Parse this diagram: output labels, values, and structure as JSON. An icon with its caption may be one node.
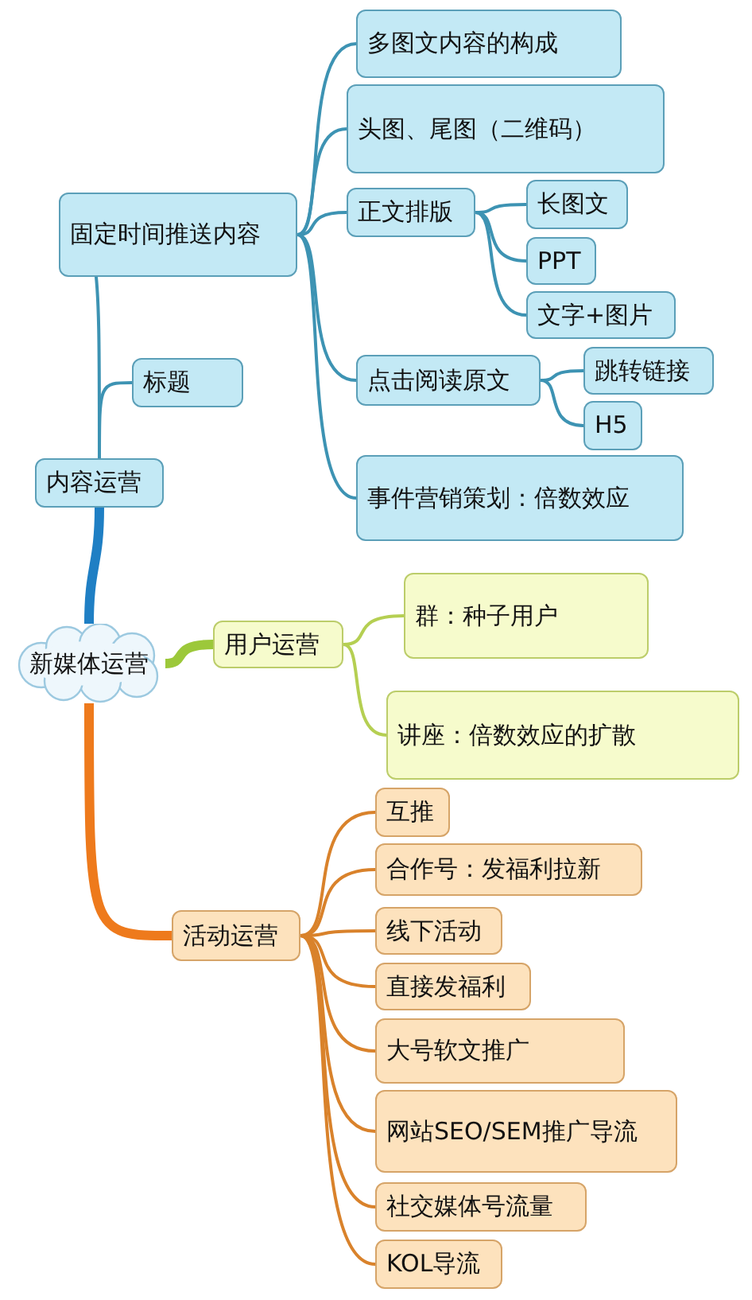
{
  "diagram": {
    "nodes": [
      {
        "text": [
          "新媒体运营"
        ]
      },
      {
        "text": [
          "内容运营"
        ]
      },
      {
        "text": [
          "固定时间推送内容"
        ]
      },
      {
        "text": [
          "多图文内容的构成"
        ]
      },
      {
        "text": [
          "头图、尾图（二维码）"
        ]
      },
      {
        "text": [
          "正文排版"
        ]
      },
      {
        "text": [
          "长图文"
        ]
      },
      {
        "text": [
          "PPT"
        ]
      },
      {
        "text": [
          "文字+图片"
        ]
      },
      {
        "text": [
          "点击阅读原文"
        ]
      },
      {
        "text": [
          "跳转链接"
        ]
      },
      {
        "text": [
          "H5"
        ]
      },
      {
        "text": [
          "事件营销策划：倍数效应"
        ]
      },
      {
        "text": [
          "标题"
        ]
      },
      {
        "text": [
          "用户运营"
        ]
      },
      {
        "text": [
          "群：种子用户"
        ]
      },
      {
        "text": [
          "讲座：倍数效应的扩散"
        ]
      },
      {
        "text": [
          "活动运营"
        ]
      },
      {
        "text": [
          "互推"
        ]
      },
      {
        "text": [
          "合作号：发福利拉新"
        ]
      },
      {
        "text": [
          "线下活动"
        ]
      },
      {
        "text": [
          "直接发福利"
        ]
      },
      {
        "text": [
          "大号软文推广"
        ]
      },
      {
        "text": [
          "网站SEO/SEM推广导流"
        ]
      },
      {
        "text": [
          "社交媒体号流量"
        ]
      },
      {
        "text": [
          "KOL导流"
        ]
      }
    ],
    "edges": [
      {
        "from": 0,
        "to": 1,
        "arrow": "none",
        "style": "thick",
        "color": "#1f7fc4"
      },
      {
        "from": 0,
        "to": 14,
        "arrow": "none",
        "style": "thick",
        "color": "#9cc83a"
      },
      {
        "from": 0,
        "to": 17,
        "arrow": "none",
        "style": "thick",
        "color": "#ee7a1c"
      },
      {
        "from": 1,
        "to": 2,
        "arrow": "none"
      },
      {
        "from": 1,
        "to": 13,
        "arrow": "none"
      },
      {
        "from": 2,
        "to": 3,
        "arrow": "none"
      },
      {
        "from": 2,
        "to": 4,
        "arrow": "none"
      },
      {
        "from": 2,
        "to": 5,
        "arrow": "none"
      },
      {
        "from": 2,
        "to": 9,
        "arrow": "none"
      },
      {
        "from": 2,
        "to": 12,
        "arrow": "none"
      },
      {
        "from": 5,
        "to": 6,
        "arrow": "none"
      },
      {
        "from": 5,
        "to": 7,
        "arrow": "none"
      },
      {
        "from": 5,
        "to": 8,
        "arrow": "none"
      },
      {
        "from": 9,
        "to": 10,
        "arrow": "none"
      },
      {
        "from": 9,
        "to": 11,
        "arrow": "none"
      },
      {
        "from": 14,
        "to": 15,
        "arrow": "none",
        "color": "#b5cf52"
      },
      {
        "from": 14,
        "to": 16,
        "arrow": "none",
        "color": "#b5cf52"
      },
      {
        "from": 17,
        "to": 18,
        "arrow": "none",
        "color": "#d9822b"
      },
      {
        "from": 17,
        "to": 19,
        "arrow": "none",
        "color": "#d9822b"
      },
      {
        "from": 17,
        "to": 20,
        "arrow": "none",
        "color": "#d9822b"
      },
      {
        "from": 17,
        "to": 21,
        "arrow": "none",
        "color": "#d9822b"
      },
      {
        "from": 17,
        "to": 22,
        "arrow": "none",
        "color": "#d9822b"
      },
      {
        "from": 17,
        "to": 23,
        "arrow": "none",
        "color": "#d9822b"
      },
      {
        "from": 17,
        "to": 24,
        "arrow": "none",
        "color": "#d9822b"
      },
      {
        "from": 17,
        "to": 25,
        "arrow": "none",
        "color": "#d9822b"
      }
    ]
  }
}
